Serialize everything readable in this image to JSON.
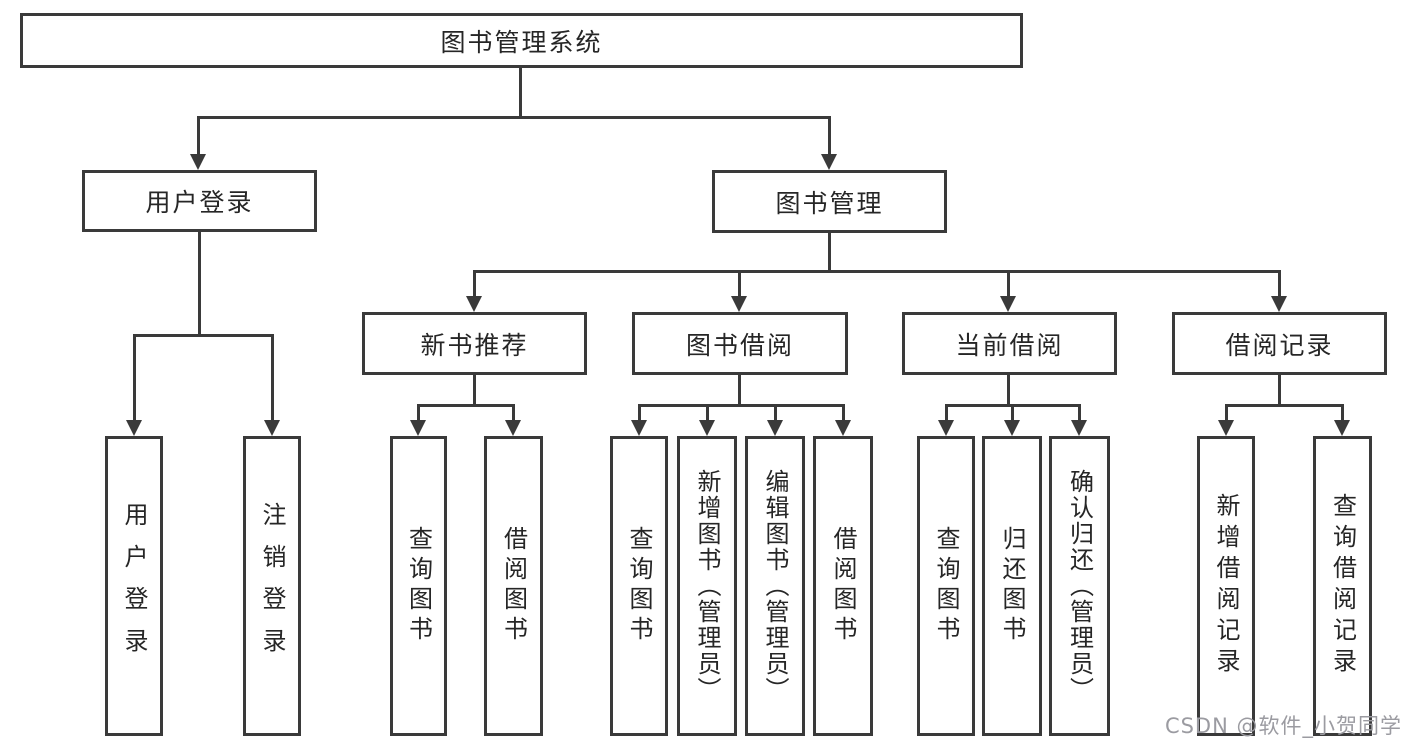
{
  "colors": {
    "line": "#3a3a3a",
    "text": "#262626",
    "watermark": "#9b9ba1",
    "background": "#ffffff"
  },
  "watermark": {
    "text": "CSDN @软件_小贺同学"
  },
  "tree": {
    "root": {
      "label": "图书管理系统"
    },
    "branches": [
      {
        "label": "用户登录",
        "children": [
          {
            "label": "用户登录"
          },
          {
            "label": "注销登录"
          }
        ]
      },
      {
        "label": "图书管理",
        "children": [
          {
            "label": "新书推荐",
            "children": [
              {
                "label": "查询图书"
              },
              {
                "label": "借阅图书"
              }
            ]
          },
          {
            "label": "图书借阅",
            "children": [
              {
                "label": "查询图书"
              },
              {
                "label": "新增图书（管理员）"
              },
              {
                "label": "编辑图书（管理员）"
              },
              {
                "label": "借阅图书"
              }
            ]
          },
          {
            "label": "当前借阅",
            "children": [
              {
                "label": "查询图书"
              },
              {
                "label": "归还图书"
              },
              {
                "label": "确认归还（管理员）"
              }
            ]
          },
          {
            "label": "借阅记录",
            "children": [
              {
                "label": "新增借阅记录"
              },
              {
                "label": "查询借阅记录"
              }
            ]
          }
        ]
      }
    ]
  }
}
